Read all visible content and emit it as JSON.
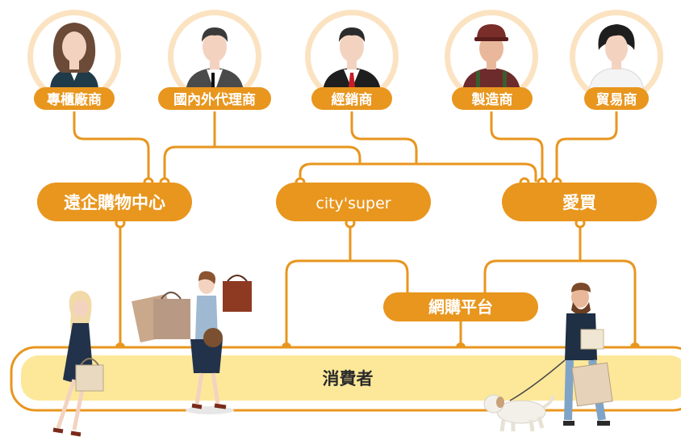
{
  "colors": {
    "accent": "#E8961E",
    "circle_fill": "#FBE3C2",
    "consumer_band": "#FDE89A",
    "line": "#E8961E"
  },
  "suppliers": [
    {
      "label": "專櫃廠商",
      "icon": "woman-avatar-icon"
    },
    {
      "label": "國內外代理商",
      "icon": "man-vest-avatar-icon"
    },
    {
      "label": "經銷商",
      "icon": "man-suit-avatar-icon"
    },
    {
      "label": "製造商",
      "icon": "worker-cap-avatar-icon"
    },
    {
      "label": "貿易商",
      "icon": "woman-shirt-avatar-icon"
    }
  ],
  "retailers": [
    {
      "label": "遠企購物中心"
    },
    {
      "label": "city'super"
    },
    {
      "label": "愛買"
    }
  ],
  "online": {
    "label": "網購平台"
  },
  "consumer": {
    "label": "消費者"
  }
}
